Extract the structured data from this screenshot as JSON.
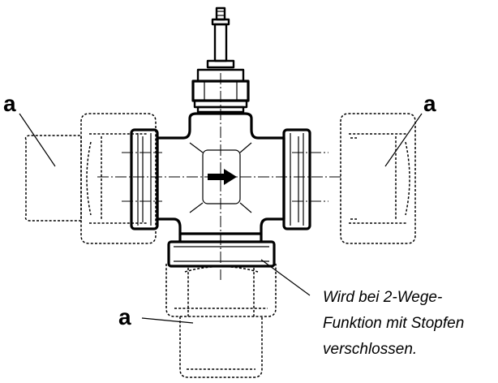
{
  "callout_label": "a",
  "note": {
    "line1": "Wird bei 2-Wege-",
    "line2": "Funktion mit Stopfen",
    "line3": "verschlossen."
  },
  "flow_arrow_icon": "right-arrow-icon"
}
